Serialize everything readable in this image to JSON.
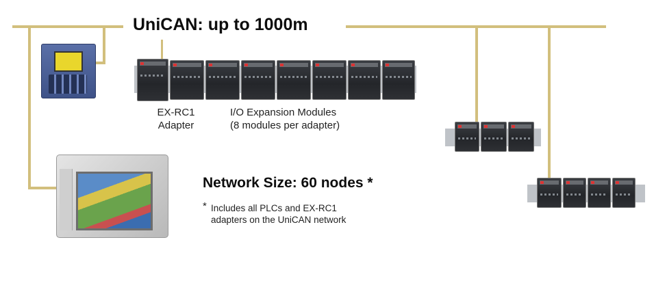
{
  "diagram": {
    "title": "UniCAN: up to 1000m",
    "adapter_label_line1": "EX-RC1",
    "adapter_label_line2": "Adapter",
    "modules_label_line1": "I/O Expansion Modules",
    "modules_label_line2": "(8 modules per adapter)",
    "network_size": "Network Size: 60 nodes *",
    "footnote_mark": "*",
    "footnote_line1": "Includes all PLCs and EX-RC1",
    "footnote_line2": "adapters on the UniCAN network"
  },
  "colors": {
    "cable": "#d2bf7d",
    "module": "#2e3034",
    "plc_body": "#4a5f9a",
    "plc_screen": "#e9d62c"
  }
}
